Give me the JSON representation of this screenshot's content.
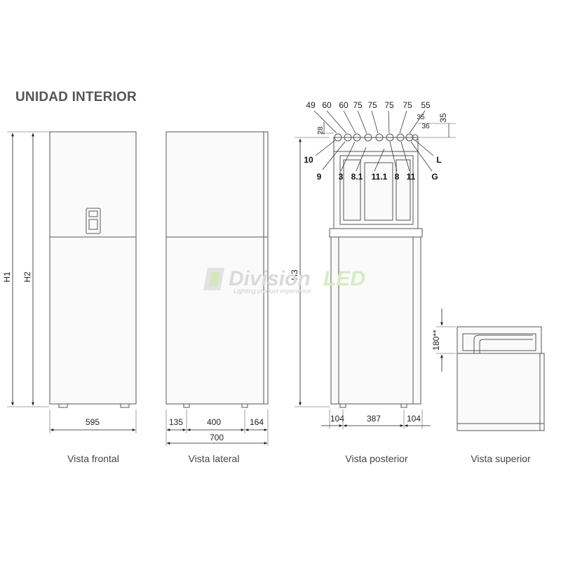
{
  "title": "UNIDAD INTERIOR",
  "views": {
    "frontal": {
      "caption": "Vista frontal",
      "dims": {
        "h1": "H1",
        "h2": "H2",
        "width": "595"
      }
    },
    "lateral": {
      "caption": "Vista lateral",
      "dims": {
        "left": "135",
        "mid": "400",
        "right": "164",
        "total": "700"
      }
    },
    "posterior": {
      "caption": "Vista posterior",
      "dims": {
        "h3": "H3",
        "left": "104",
        "mid": "387",
        "right": "104",
        "d28": "28",
        "d35a": "35",
        "d35b": "35",
        "d36": "36"
      },
      "top_spacings": [
        "49",
        "60",
        "60",
        "75",
        "75",
        "75",
        "75",
        "55"
      ],
      "connections": [
        "10",
        "9",
        "3",
        "8.1",
        "11.1",
        "8",
        "11",
        "G",
        "L"
      ]
    },
    "superior": {
      "caption": "Vista superior",
      "dims": {
        "clearance": "180**"
      }
    }
  },
  "watermark": {
    "brand": "Division",
    "brand_accent": "LED",
    "tagline": "Lighting product experience"
  }
}
